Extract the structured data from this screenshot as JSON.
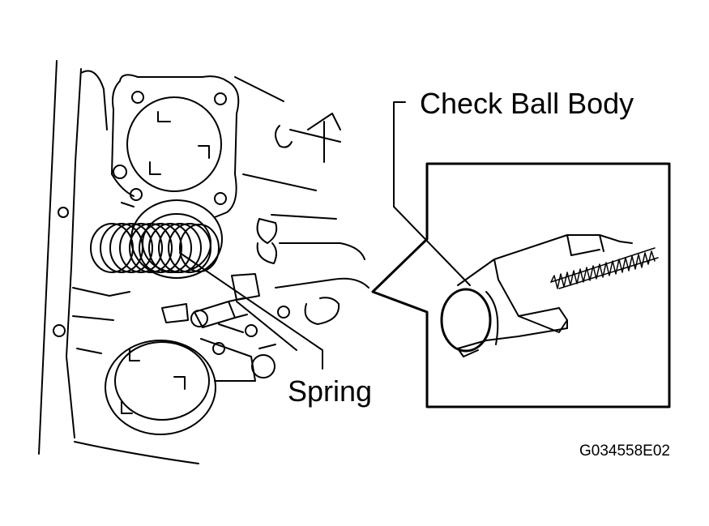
{
  "labels": {
    "check_ball_body": "Check Ball Body",
    "spring": "Spring",
    "figure_code": "G034558E02"
  },
  "colors": {
    "line": "#000000",
    "background": "#ffffff"
  }
}
